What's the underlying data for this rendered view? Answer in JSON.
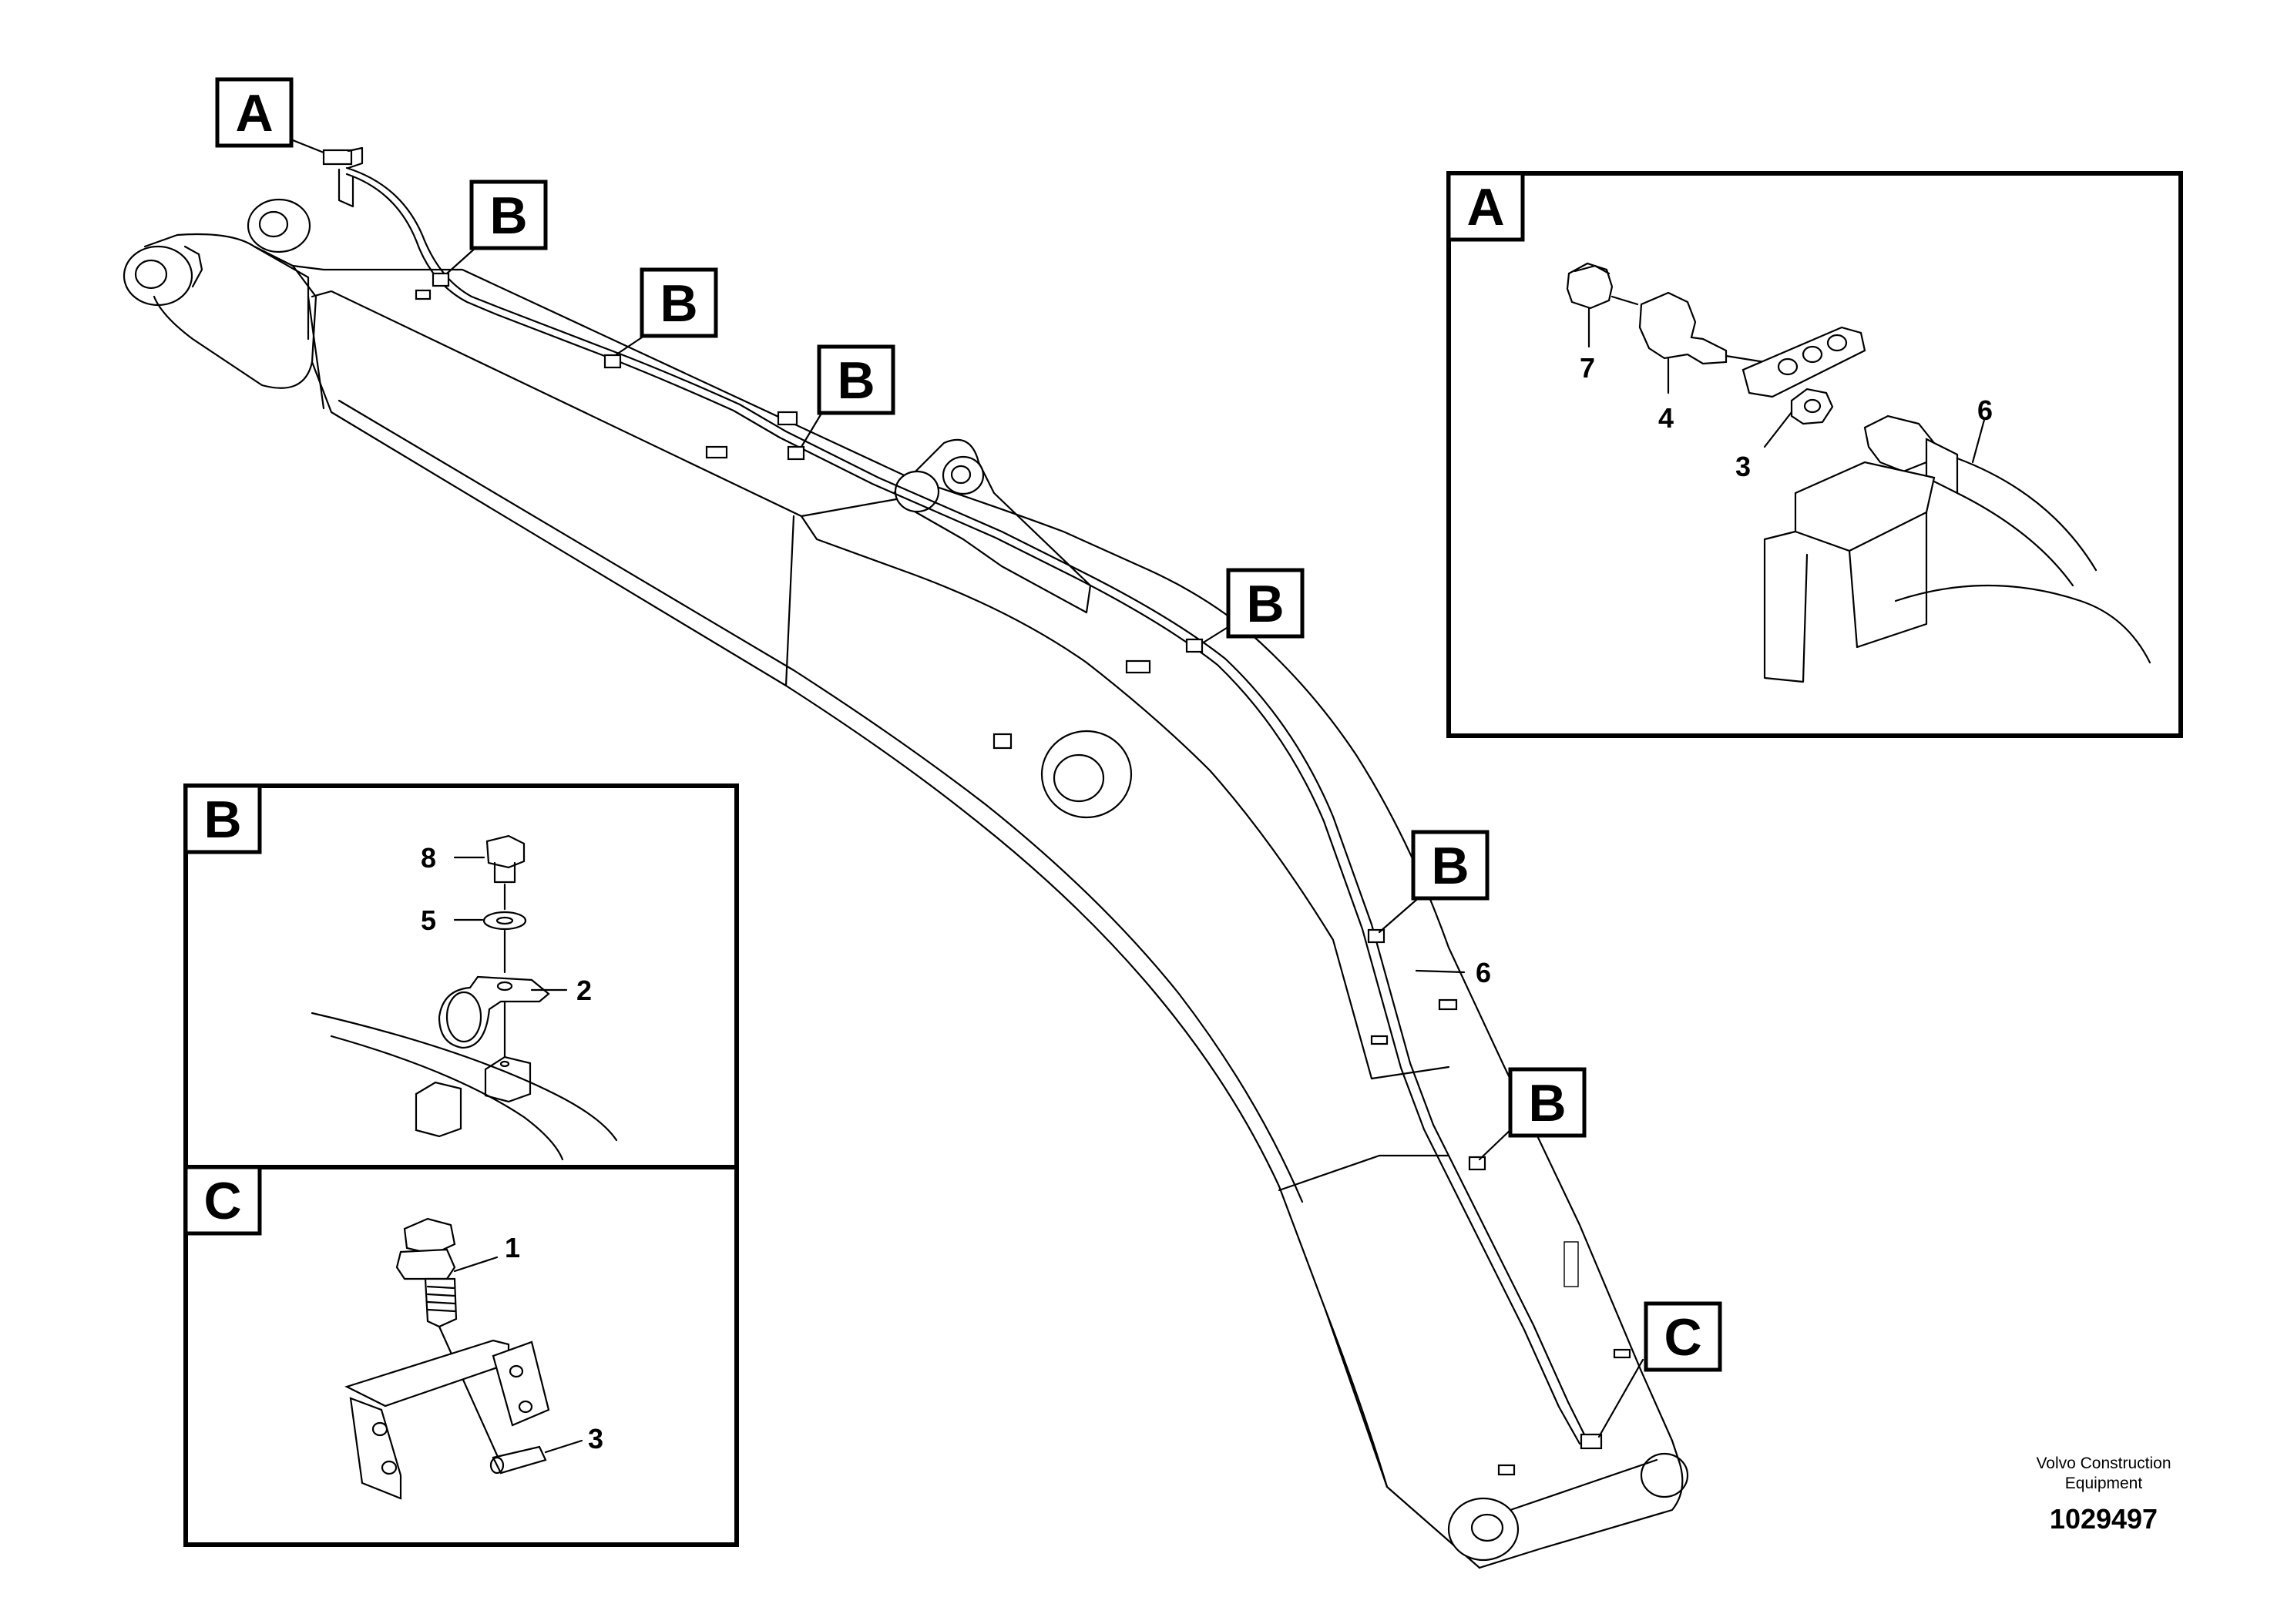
{
  "callouts": {
    "A": "A",
    "B": "B",
    "C": "C"
  },
  "detail_a": {
    "title": "A",
    "parts": [
      "7",
      "4",
      "3",
      "6"
    ]
  },
  "detail_b": {
    "title": "B",
    "parts": [
      "8",
      "5",
      "2"
    ]
  },
  "detail_c": {
    "title": "C",
    "parts": [
      "1",
      "3"
    ]
  },
  "main_parts": {
    "hose": "6"
  },
  "footer": {
    "company_line1": "Volvo Construction",
    "company_line2": "Equipment",
    "drawing_number": "1029497"
  }
}
